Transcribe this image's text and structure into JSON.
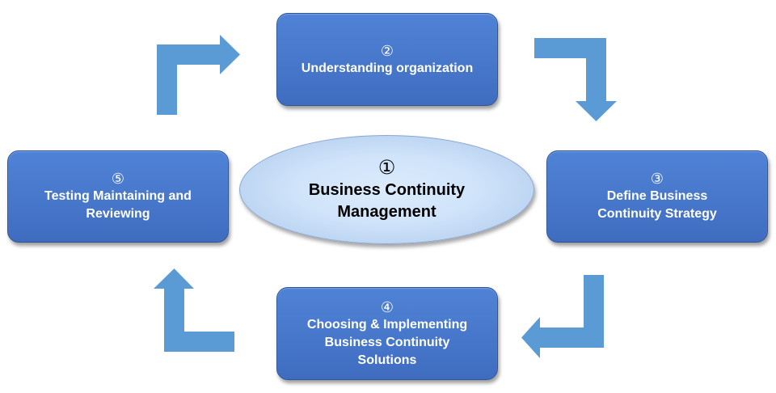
{
  "diagram": {
    "title": "Business Continuity Management cycle",
    "arrow_color": "#5b9bd5",
    "box_color": "#4472c4",
    "center": {
      "number": "①",
      "lines": [
        "Business Continuity",
        "Management"
      ]
    },
    "steps": [
      {
        "number": "②",
        "lines": [
          "Understanding organization"
        ]
      },
      {
        "number": "③",
        "lines": [
          "Define Business",
          "Continuity Strategy"
        ]
      },
      {
        "number": "④",
        "lines": [
          "Choosing & Implementing",
          "Business Continuity",
          "Solutions"
        ]
      },
      {
        "number": "⑤",
        "lines": [
          "Testing Maintaining and",
          "Reviewing"
        ]
      }
    ],
    "flow": [
      "⑤ → ②",
      "② → ③",
      "③ → ④",
      "④ → ⑤"
    ]
  }
}
